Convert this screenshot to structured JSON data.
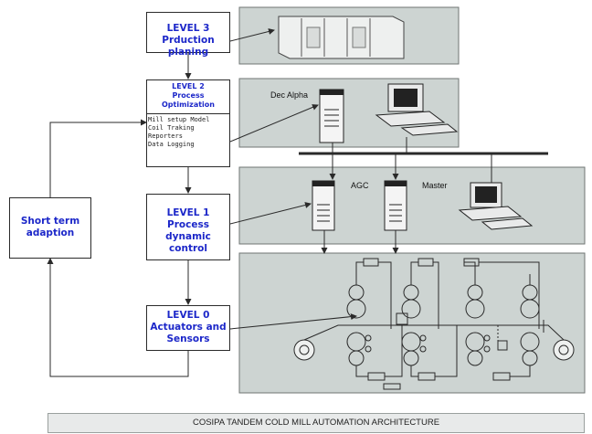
{
  "levels": {
    "level3": {
      "title": "LEVEL 3",
      "subtitle": "Prduction planing"
    },
    "level2": {
      "title": "LEVEL 2",
      "line2": "Process",
      "line3": "Optimization",
      "items": [
        "Mill setup Model",
        "Coil Traking",
        "Reporters",
        "Data Logging"
      ]
    },
    "level1": {
      "title": "LEVEL 1",
      "line2": "Process dynamic",
      "line3": "control"
    },
    "level0": {
      "title": "LEVEL 0",
      "line2": "Actuators and",
      "line3": "Sensors"
    }
  },
  "adaption": {
    "line1": "Short term",
    "line2": "adaption"
  },
  "network": {
    "dec_alpha": "Dec Alpha",
    "agc": "AGC",
    "master": "Master"
  },
  "caption": "COSIPA TANDEM COLD MILL AUTOMATION ARCHITECTURE",
  "colors": {
    "level_text": "#1c27c9",
    "panel": "#cdd4d2",
    "line": "#2a2a2a"
  }
}
